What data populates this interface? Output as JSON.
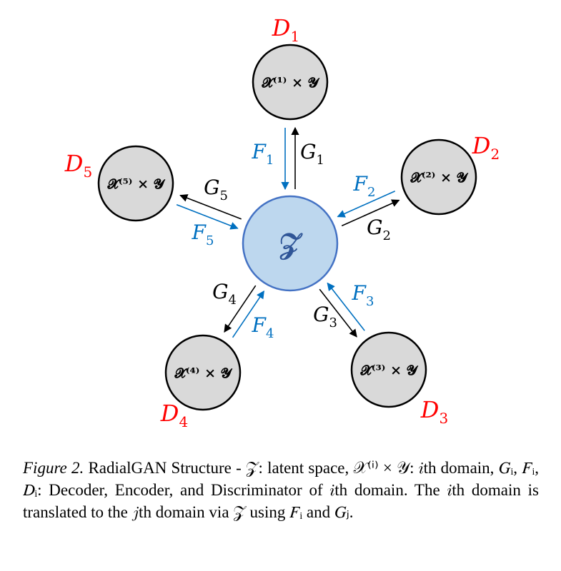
{
  "center": {
    "label": "𝒵",
    "fill": "#bdd7ee",
    "stroke": "#4472c4"
  },
  "domains": [
    {
      "label": "𝓧⁽¹⁾ × 𝓨",
      "name": "D",
      "sub": "1",
      "F": "1",
      "G": "1"
    },
    {
      "label": "𝓧⁽²⁾ × 𝓨",
      "name": "D",
      "sub": "2",
      "F": "2",
      "G": "2"
    },
    {
      "label": "𝓧⁽³⁾ × 𝓨",
      "name": "D",
      "sub": "3",
      "F": "3",
      "G": "3"
    },
    {
      "label": "𝓧⁽⁴⁾ × 𝓨",
      "name": "D",
      "sub": "4",
      "F": "4",
      "G": "4"
    },
    {
      "label": "𝓧⁽⁵⁾ × 𝓨",
      "name": "D",
      "sub": "5",
      "F": "5",
      "G": "5"
    }
  ],
  "labels": {
    "F": "F",
    "G": "G"
  },
  "colors": {
    "node_fill": "#d9d9d9",
    "node_stroke": "#000000",
    "encoder": "#0070c0",
    "decoder": "#000000",
    "discriminator": "#ff0000"
  },
  "caption": {
    "figure": "Figure 2.",
    "text": " RadialGAN Structure - 𝒵: latent space, 𝒳⁽ⁱ⁾ × 𝒴: 𝑖th domain, 𝐺ᵢ, 𝐹ᵢ, 𝐷ᵢ: Decoder, Encoder, and Discriminator of 𝑖th domain. The 𝑖th domain is translated to the 𝑗th domain via 𝒵 using 𝐹ᵢ and 𝐺ⱼ."
  }
}
